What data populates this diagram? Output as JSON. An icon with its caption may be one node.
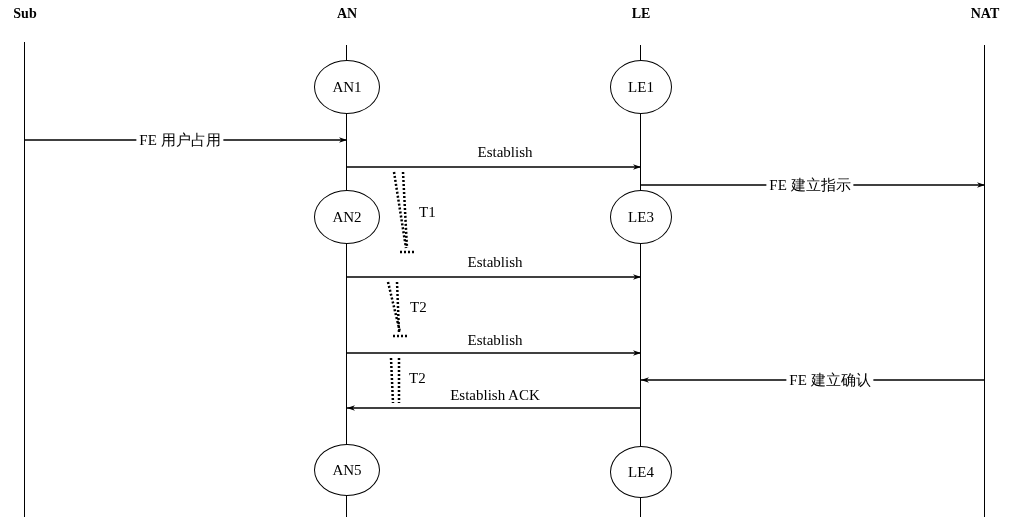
{
  "diagram": {
    "nodes": [
      {
        "text": [
          "Sub"
        ]
      },
      {
        "text": [
          "AN"
        ]
      },
      {
        "text": [
          "LE"
        ]
      },
      {
        "text": [
          "NAT"
        ]
      },
      {
        "text": [
          "AN1"
        ]
      },
      {
        "text": [
          "LE1"
        ]
      },
      {
        "text": [
          "AN2"
        ]
      },
      {
        "text": [
          "LE3"
        ]
      },
      {
        "text": [
          "AN5"
        ]
      },
      {
        "text": [
          "LE4"
        ]
      }
    ],
    "edges": [
      {
        "from": 0,
        "to": 1,
        "arrow": "to",
        "label": "FE 用户占用"
      },
      {
        "from": 1,
        "to": 2,
        "arrow": "to",
        "label": "Establish"
      },
      {
        "from": 2,
        "to": 3,
        "arrow": "to",
        "label": "FE 建立指示"
      },
      {
        "from": 1,
        "to": 2,
        "arrow": "to",
        "label": "Establish"
      },
      {
        "from": 1,
        "to": 2,
        "arrow": "to",
        "label": "Establish"
      },
      {
        "from": 3,
        "to": 2,
        "arrow": "to",
        "label": "FE 建立确认"
      },
      {
        "from": 2,
        "to": 1,
        "arrow": "to",
        "label": "Establish ACK"
      }
    ],
    "labels": [
      "T1",
      "T2",
      "T2"
    ]
  }
}
